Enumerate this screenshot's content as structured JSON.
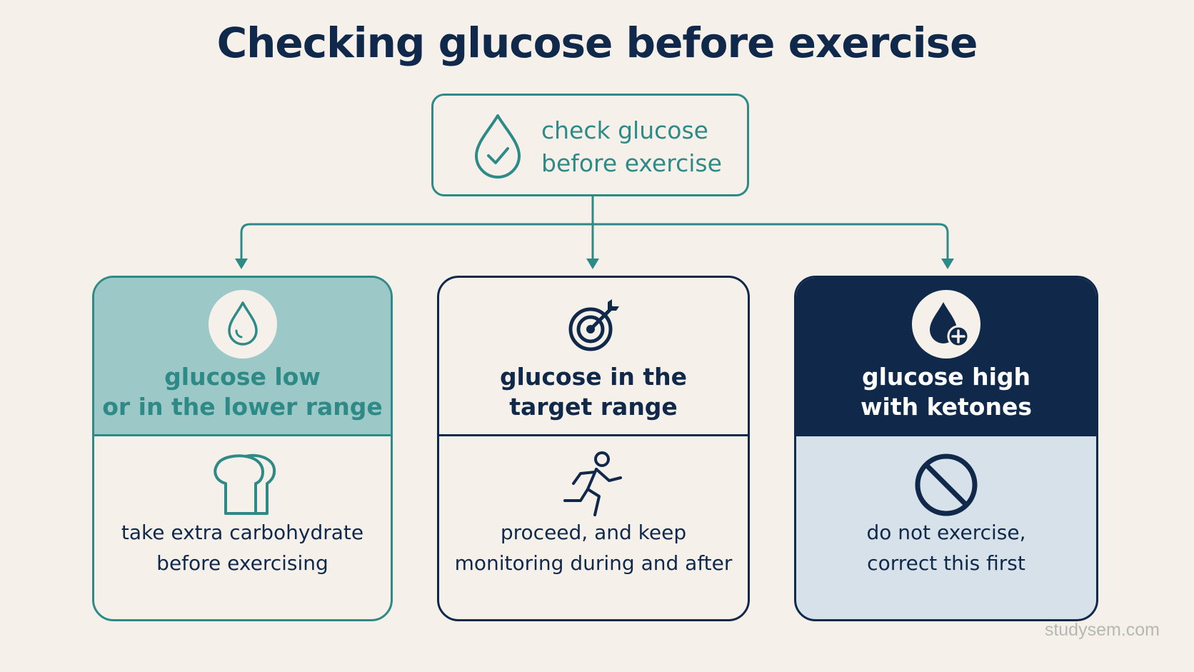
{
  "title": "Checking glucose before exercise",
  "start": {
    "label_line1": "check glucose",
    "label_line2": "before exercise",
    "icon": "drop-check-icon"
  },
  "branches": [
    {
      "heading_line1": "glucose low",
      "heading_line2": "or in the lower range",
      "head_icon": "water-drop-icon",
      "action_icon": "bread-icon",
      "action_line1": "take extra carbohydrate",
      "action_line2": "before exercising"
    },
    {
      "heading_line1": "glucose in the",
      "heading_line2": "target range",
      "head_icon": "target-icon",
      "action_icon": "runner-icon",
      "action_line1": "proceed, and keep",
      "action_line2": "monitoring during and after"
    },
    {
      "heading_line1": "glucose high",
      "heading_line2": "with ketones",
      "head_icon": "drop-plus-icon",
      "action_icon": "no-entry-icon",
      "action_line1": "do not exercise,",
      "action_line2": "correct this first"
    }
  ],
  "watermark": "studysem.com",
  "colors": {
    "background": "#f5f1ea",
    "navy": "#10294b",
    "teal": "#2e8a86",
    "teal_light": "#9cc8c8",
    "blue_light": "#d6e1ea"
  }
}
